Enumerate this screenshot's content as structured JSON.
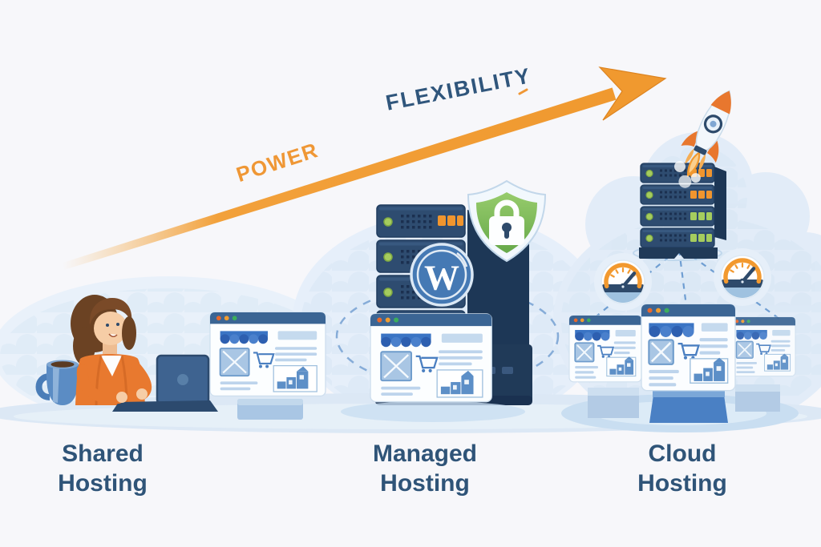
{
  "diagram": {
    "arrow_labels": {
      "power": "POWER",
      "flexibility": "FLEXIBILITY"
    },
    "wordpress_initial": "W",
    "tiers": [
      {
        "id": "shared",
        "line1": "Shared",
        "line2": "Hosting"
      },
      {
        "id": "managed",
        "line1": "Managed",
        "line2": "Hosting"
      },
      {
        "id": "cloud",
        "line1": "Cloud",
        "line2": "Hosting"
      }
    ]
  },
  "colors": {
    "background": "#f7f7fa",
    "cloud_fill": "#e7effa",
    "arrow_orange": "#f0992f",
    "power_label": "#ef9735",
    "flexibility_label": "#30567c",
    "tier_label": "#2f5478",
    "server_navy": "#2e4c70",
    "led_orange": "#f0952e",
    "led_green": "#a5cc5e",
    "shield_green": "#7db95a",
    "wordpress_blue": "#4579b4",
    "gauge_orange": "#f2992f",
    "browser_header": "#3b6594",
    "awning_blue": "#3a74c4"
  },
  "icons": [
    "arrow-up-right-icon",
    "rocket-icon",
    "server-stack-icon",
    "shield-lock-icon",
    "wordpress-icon",
    "gauge-icon",
    "storefront-browser-icon",
    "shopping-cart-icon",
    "image-placeholder-icon",
    "laptop-icon",
    "coffee-mug-icon",
    "person-illustration"
  ]
}
